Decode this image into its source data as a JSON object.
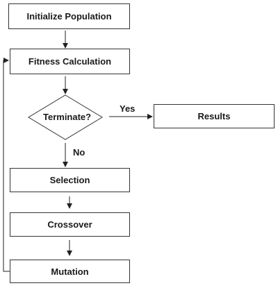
{
  "nodes": {
    "initialize_population": "Initialize Population",
    "fitness_calculation": "Fitness Calculation",
    "terminate": "Terminate?",
    "results": "Results",
    "selection": "Selection",
    "crossover": "Crossover",
    "mutation": "Mutation"
  },
  "edges": {
    "yes_label": "Yes",
    "no_label": "No"
  }
}
